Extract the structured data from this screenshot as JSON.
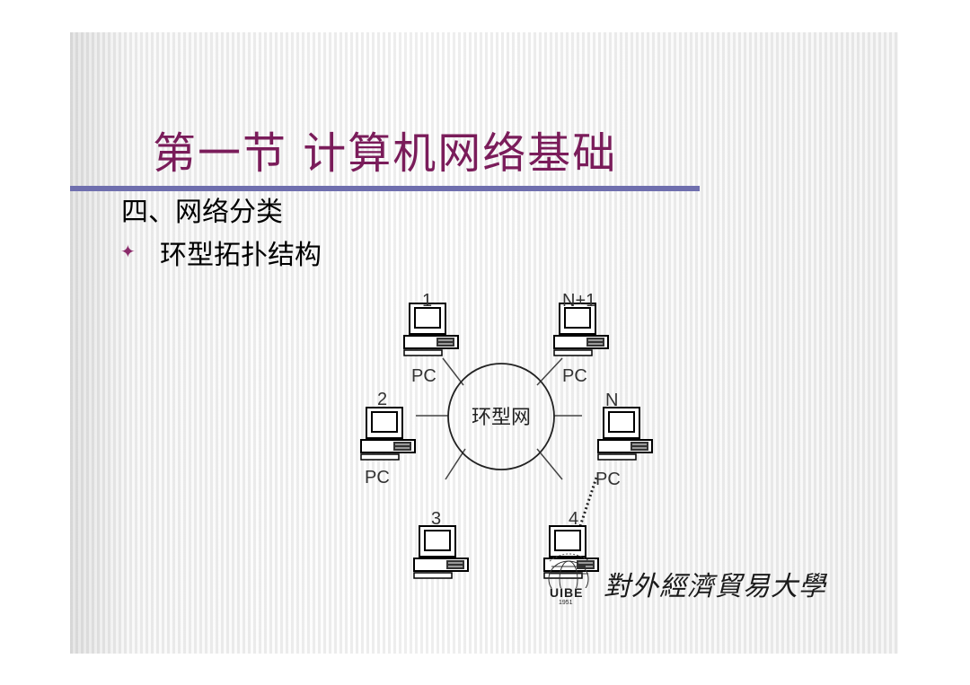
{
  "slide": {
    "title": "第一节 计算机网络基础",
    "section_heading": "四、网络分类",
    "bullet_symbol": "✦",
    "bullet_text": "环型拓扑结构"
  },
  "diagram": {
    "ring_label": "环型网",
    "nodes": [
      {
        "id": "1",
        "label": "1",
        "type": "PC"
      },
      {
        "id": "n-plus-1",
        "label": "N+1",
        "type": "PC"
      },
      {
        "id": "2",
        "label": "2",
        "type": "PC"
      },
      {
        "id": "n",
        "label": "N",
        "type": "PC"
      },
      {
        "id": "3",
        "label": "3",
        "type": "PC"
      },
      {
        "id": "4",
        "label": "4",
        "type": "PC"
      }
    ]
  },
  "logo": {
    "abbr": "UIBE",
    "year": "1951",
    "university_name": "對外經濟貿易大學"
  },
  "colors": {
    "title": "#7a1c5a",
    "rule": "#6f6fae",
    "bullet": "#8a2a6a"
  }
}
